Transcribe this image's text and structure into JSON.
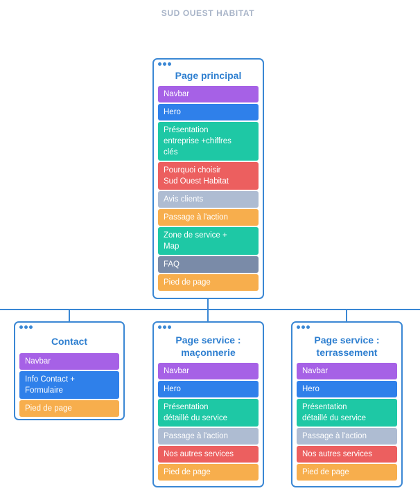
{
  "site_title": "SUD OUEST HABITAT",
  "colors": {
    "accent": "#3a87d4",
    "navbar": "#a661e6",
    "hero": "#2f80ea",
    "presentation": "#1ec8a5",
    "pourquoi": "#ec5f5f",
    "passage": "#f7ae4d",
    "avis": "#aebcd2",
    "faq": "#7a8ba8",
    "footer": "#f7ae4d"
  },
  "main_page": {
    "title": "Page principal",
    "sections": [
      {
        "label": "Navbar"
      },
      {
        "label": "Hero"
      },
      {
        "label": "Présentation\nentreprise +chiffres\nclés"
      },
      {
        "label": "Pourquoi choisir\nSud Ouest Habitat"
      },
      {
        "label": "Avis clients"
      },
      {
        "label": "Passage à l'action"
      },
      {
        "label": "Zone de service +\nMap"
      },
      {
        "label": "FAQ"
      },
      {
        "label": "Pied de page"
      }
    ]
  },
  "contact_page": {
    "title": "Contact",
    "sections": [
      {
        "label": "Navbar"
      },
      {
        "label": "Info Contact +\nFormulaire"
      },
      {
        "label": "Pied de page"
      }
    ]
  },
  "service_maconnerie": {
    "title": "Page service :\nmaçonnerie",
    "sections": [
      {
        "label": "Navbar"
      },
      {
        "label": "Hero"
      },
      {
        "label": "Présentation\ndétaillé du service"
      },
      {
        "label": "Passage à l'action"
      },
      {
        "label": "Nos autres services"
      },
      {
        "label": "Pied de page"
      }
    ]
  },
  "service_terrassement": {
    "title": "Page service :\nterrassement",
    "sections": [
      {
        "label": "Navbar"
      },
      {
        "label": "Hero"
      },
      {
        "label": "Présentation\ndétaillé du service"
      },
      {
        "label": "Passage à l'action"
      },
      {
        "label": "Nos autres services"
      },
      {
        "label": "Pied de page"
      }
    ]
  }
}
